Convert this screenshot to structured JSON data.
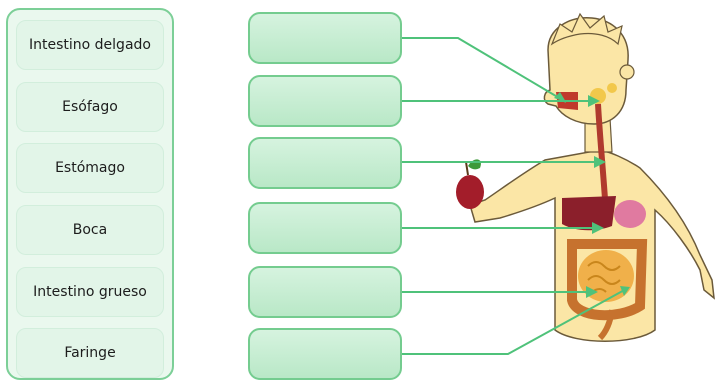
{
  "activity": {
    "word_bank": {
      "words": [
        {
          "label": "Intestino delgado"
        },
        {
          "label": "Esófago"
        },
        {
          "label": "Estómago"
        },
        {
          "label": "Boca"
        },
        {
          "label": "Intestino grueso"
        },
        {
          "label": "Faringe"
        }
      ]
    },
    "drop_targets": [
      {
        "value": ""
      },
      {
        "value": ""
      },
      {
        "value": ""
      },
      {
        "value": ""
      },
      {
        "value": ""
      },
      {
        "value": ""
      }
    ]
  },
  "colors": {
    "accent_green": "#74cc8f",
    "pointer_line": "#4fc27a",
    "skin": "#fbe6a6",
    "organ_red": "#c0392b"
  },
  "icons": [
    "boy-illustration",
    "apple-icon"
  ]
}
